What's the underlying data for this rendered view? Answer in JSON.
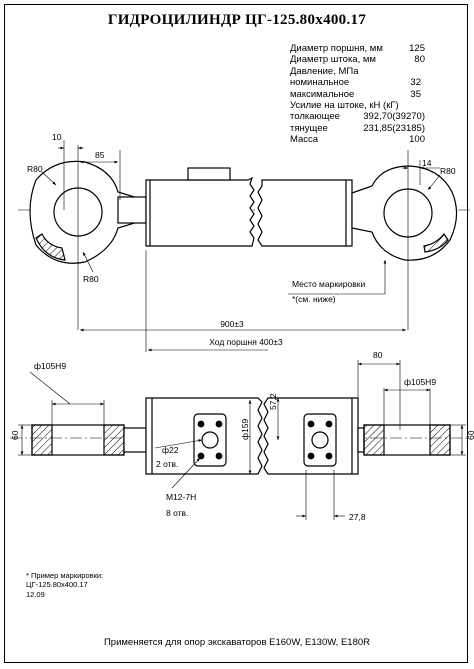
{
  "title": "ГИДРОЦИЛИНДР ЦГ-125.80х400.17",
  "specs": [
    {
      "label": "Диаметр поршня, мм",
      "value": "125",
      "indent": false
    },
    {
      "label": "Диаметр штока, мм",
      "value": "80",
      "indent": false
    },
    {
      "label": "Давление, МПа",
      "value": "",
      "indent": false
    },
    {
      "label": "номинальное",
      "value": "32",
      "indent": true
    },
    {
      "label": "максимальное",
      "value": "35",
      "indent": true
    },
    {
      "label": "Усилие на штоке, кН (кГ)",
      "value": "",
      "indent": false
    },
    {
      "label": "толкающее",
      "value": "392,70(39270)",
      "indent": false
    },
    {
      "label": "тянущее",
      "value": "231,85(23185)",
      "indent": false
    },
    {
      "label": "Масса",
      "value": "100",
      "indent": false
    }
  ],
  "dimensions": {
    "d10": "10",
    "d85": "85",
    "r80_left_top": "R80",
    "r80_left_bottom": "R80",
    "r80_right": "R80",
    "d14": "14",
    "overall_length": "900±3",
    "stroke": "Ход поршня 400±3",
    "d105_left": "ф105Н9",
    "d105_right": "ф105Н9",
    "d80_top": "80",
    "d60_left": "60",
    "d60_right": "60",
    "d159": "ф159",
    "d57_2": "57,2",
    "d22": "ф22",
    "holes_2": "2 отв.",
    "m12": "М12-7Н",
    "holes_8": "8 отв.",
    "d27_8": "27,8"
  },
  "marking_label": "Место маркировки",
  "marking_note": "*(см. ниже)",
  "marking_example": {
    "heading": "* Пример маркировки:",
    "line1": "ЦГ-125.80х400.17",
    "line2": "12.09"
  },
  "footer": "Применяется для опор экскаваторов Е160W, Е130W, Е180R"
}
